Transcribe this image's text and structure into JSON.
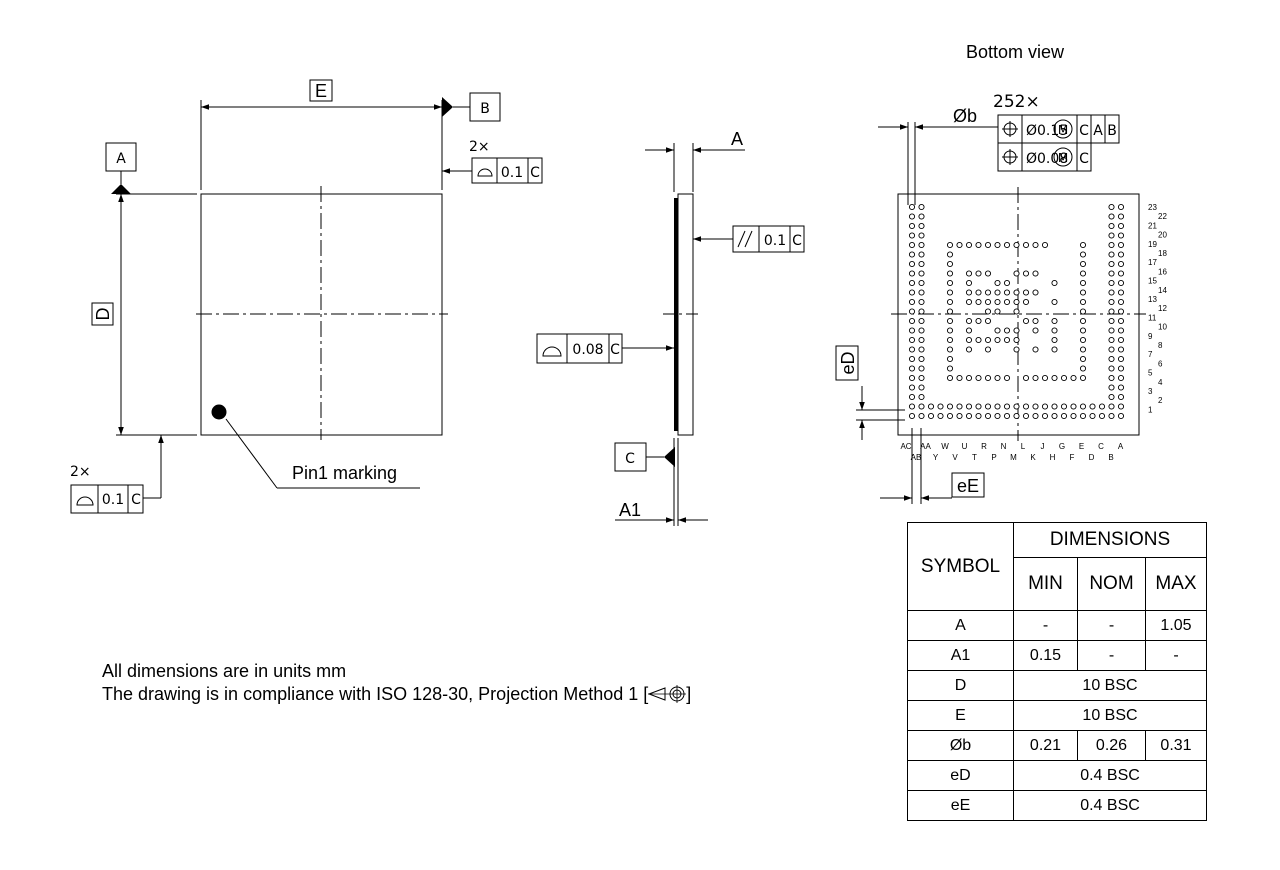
{
  "labels": {
    "bottom_view": "Bottom view",
    "pin1": "Pin1 marking",
    "E": "E",
    "D": "D",
    "A": "A",
    "A1": "A1",
    "B": "B",
    "C": "C",
    "datum_A": "A",
    "phi_b": "Øb",
    "eD": "eD",
    "eE": "eE",
    "count_2x": "2×",
    "count_252x": "252×"
  },
  "gdt": {
    "flat_top_value": "0.1",
    "flat_top_datum": "C",
    "flat_bot_value": "0.1",
    "flat_bot_datum": "C",
    "parallel_value": "0.1",
    "parallel_datum": "C",
    "flat_side_value": "0.08",
    "flat_side_datum": "C",
    "pos1_value": "Ø0.15",
    "pos1_mod": "M",
    "pos1_datums": [
      "C",
      "A",
      "B"
    ],
    "pos2_value": "Ø0.08",
    "pos2_mod": "M",
    "pos2_datum": "C"
  },
  "row_labels": [
    "23",
    "22",
    "21",
    "20",
    "19",
    "18",
    "17",
    "16",
    "15",
    "14",
    "13",
    "12",
    "11",
    "10",
    "9",
    "8",
    "7",
    "6",
    "5",
    "4",
    "3",
    "2",
    "1"
  ],
  "col_labels_top": [
    "AC",
    "AA",
    "W",
    "U",
    "R",
    "N",
    "L",
    "J",
    "G",
    "E",
    "C",
    "A"
  ],
  "col_labels_bot": [
    "AB",
    "Y",
    "V",
    "T",
    "P",
    "M",
    "K",
    "H",
    "F",
    "D",
    "B"
  ],
  "notes": [
    "All dimensions are in units mm",
    "The drawing is in compliance with ISO 128-30, Projection Method 1 ["
  ],
  "notes_tail": "]",
  "table": {
    "symbol_header": "SYMBOL",
    "dimensions_header": "DIMENSIONS",
    "sub_headers": [
      "MIN",
      "NOM",
      "MAX"
    ],
    "rows": [
      {
        "symbol": "A",
        "min": "-",
        "nom": "-",
        "max": "1.05"
      },
      {
        "symbol": "A1",
        "min": "0.15",
        "nom": "-",
        "max": "-"
      },
      {
        "symbol": "D",
        "span": "10 BSC"
      },
      {
        "symbol": "E",
        "span": "10 BSC"
      },
      {
        "symbol": "Øb",
        "min": "0.21",
        "nom": "0.26",
        "max": "0.31"
      },
      {
        "symbol": "eD",
        "span": "0.4 BSC"
      },
      {
        "symbol": "eE",
        "span": "0.4 BSC"
      }
    ]
  }
}
